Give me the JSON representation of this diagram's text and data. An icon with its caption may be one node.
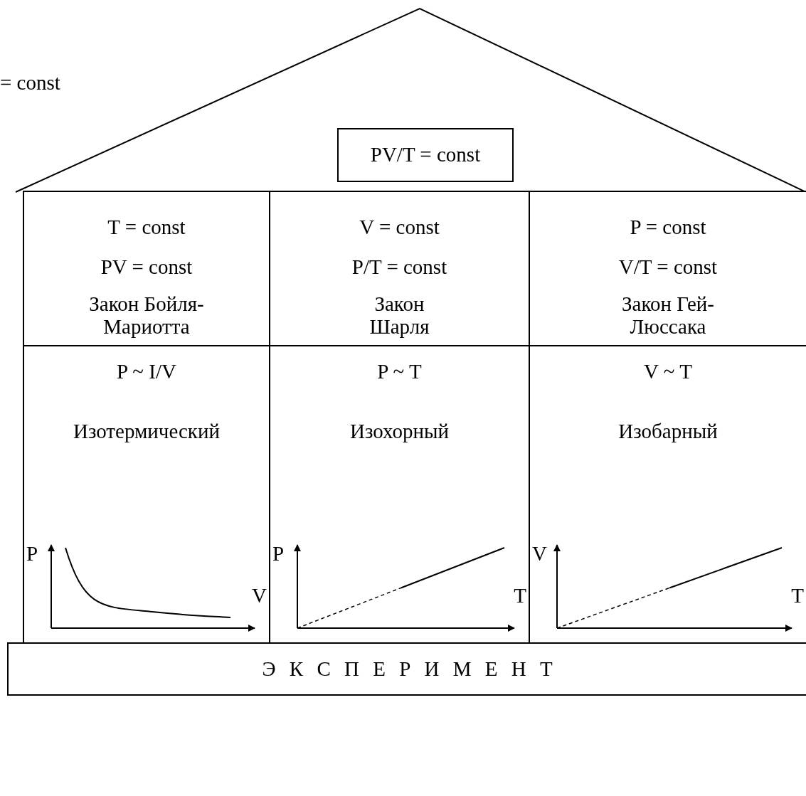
{
  "diagram": {
    "nodes": [
      {
        "text": [
          "PV/T = const"
        ]
      },
      {
        "text": [
          "T = const",
          "PV = const",
          "Закон Бойля-Мариотта"
        ]
      },
      {
        "text": [
          "V = const",
          "P/T = const",
          "Закон Шарля"
        ]
      },
      {
        "text": [
          "P = const",
          "V/T = const",
          "Закон Гей-Люссака"
        ]
      },
      {
        "text": [
          "P ~ I/V",
          "Изотермический"
        ]
      },
      {
        "text": [
          "P ~ T",
          "Изохорный"
        ]
      },
      {
        "text": [
          "V ~ T",
          "Изобарный"
        ]
      },
      {
        "text": [
          "P",
          "V"
        ]
      },
      {
        "text": [
          "P",
          "T"
        ]
      },
      {
        "text": [
          "V",
          "T"
        ]
      },
      {
        "text": [
          "Э К С П Е Р И М Е Н Т"
        ]
      }
    ],
    "labels": [
      "= const"
    ]
  }
}
